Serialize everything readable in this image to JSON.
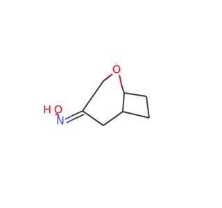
{
  "molecule": {
    "atom_labels": [
      {
        "id": "label-o-bridge",
        "text": "O",
        "color": "#ff0d0d"
      },
      {
        "id": "label-o-hydroxyl",
        "text": "O",
        "color": "#ff0d0d"
      },
      {
        "id": "label-h-hydroxyl",
        "text": "H",
        "color": "#ff0d0d"
      },
      {
        "id": "label-n-oxime",
        "text": "N",
        "color": "#3050f8"
      }
    ],
    "bond_color": "#3b3b3b"
  }
}
